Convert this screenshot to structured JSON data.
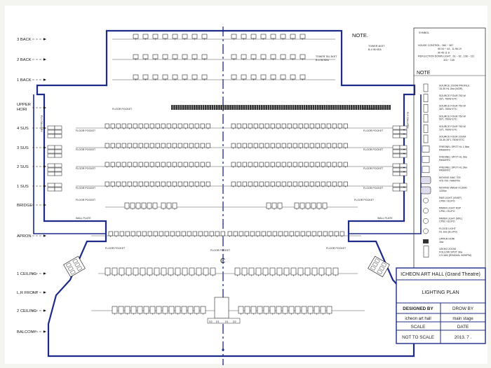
{
  "drawing": {
    "left_labels": [
      "3 BACK",
      "2 BACK",
      "1 BACK",
      "UPPER HORI",
      "4 SUS",
      "3 SUS",
      "2 SUS",
      "1 SUS",
      "BRIDGE",
      "APRON",
      "1 CEILING",
      "L,R FRONT",
      "2 CEILING",
      "BALCONY"
    ],
    "floor_pocket": "FLOOR POCKET",
    "wall_plate": "WALL PLATE",
    "fly_gallery": "FLY GALLERY",
    "center_mark": "C",
    "tower_left": "TOWER 4KET\nB-4 96 KEA",
    "tower_mid": "TOWER TAL 3KET\nB-4 96 KEA",
    "house_control_lines": [
      "HOUSE CONTROL : 360 ~ 367",
      "90 34 ~ 44 , 11 96 19",
      "90 45 11 8",
      "REFLECTION DOWN LIGHT : 61 ~ 62 , 108 ~ 111",
      "113 ~ 135"
    ],
    "note_title_1": "NOTE.",
    "note_title_2": "NOTE",
    "note_top_label": "SYMBOL",
    "balcony_numbers": [
      "D2",
      "D1",
      "D1",
      "D2"
    ]
  },
  "legend": [
    {
      "text": "SOURCE ZOOM PROFILE\n15-30 HL 2kw (NOR)",
      "icon": "profile-spot"
    },
    {
      "text": "SOURCE FOUR 750 W\n26°L 750W  ETC",
      "icon": "profile-spot"
    },
    {
      "text": "SOURCE FOUR 750 W\n36°L 750W  ETC",
      "icon": "profile-spot"
    },
    {
      "text": "SOURCE FOUR 750 W\n50°L 750W  ETC",
      "icon": "profile-spot"
    },
    {
      "text": "SOURCE FOUR 750 W\n19°L 750W  ETC",
      "icon": "profile-spot"
    },
    {
      "text": "SOURCE FOUR ZOOM\n15-30 26°L 750W  ETC",
      "icon": "profile-spot"
    },
    {
      "text": "FRESNEL SPOT HL 1.5kw\nPANI/RF2",
      "icon": "fresnel"
    },
    {
      "text": "FRESNEL SPOT HL 2kw\nPANI/RF2",
      "icon": "fresnel"
    },
    {
      "text": "FRESNEL SPOT HL 2kw\nPANI/RF2",
      "icon": "fresnel"
    },
    {
      "text": "MOVING MAC 700\n475 700 / MARTIN",
      "icon": "moving-head"
    },
    {
      "text": "MOVING WASH VL3000\n1200w",
      "icon": "moving-head"
    },
    {
      "text": "PAR LIGHT (VNSP)\nCP60 / ELIPO",
      "icon": "par"
    },
    {
      "text": "PAR64 LIGHT NSP\nCP61 / ELIPO",
      "icon": "par"
    },
    {
      "text": "PAR64 LIGHT (MFL)\nCP62 / ELIPO",
      "icon": "par"
    },
    {
      "text": "FLOOD LIGHT\nHL 1kw (ELIPO)",
      "icon": "flood"
    },
    {
      "text": "UPPER HORI\n1kw",
      "icon": "cyc"
    },
    {
      "text": "LEKHO ZOOM\nFOLLOW SPOT 2kw\nLYCIAN (RHADIAL 4000PM)",
      "icon": "follow-spot"
    }
  ],
  "title_block": {
    "venue": "ICHEON ART HALL (Grand Theatre)",
    "plan": "LIGHTING PLAN",
    "designed_by_label": "DESIGNED BY",
    "drow_by_label": "DROW BY",
    "designed_by_value": "icheon art hall",
    "drow_by_value": "main stage",
    "scale_label": "SCALE",
    "date_label": "DATE",
    "scale_value": "NOT TO SCALE",
    "date_value": "2013. 7 ."
  },
  "colors": {
    "outline": "#1c2a8a",
    "ink": "#1a1a1a",
    "paper": "#f4f4f0",
    "sheet": "#ffffff"
  }
}
